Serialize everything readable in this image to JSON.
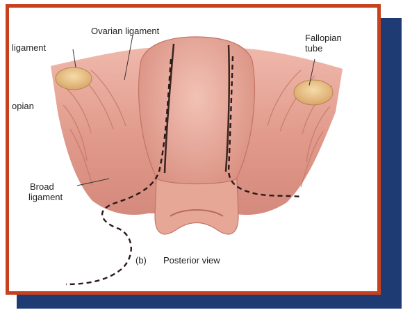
{
  "labels": {
    "ligament_left": "ligament",
    "ovarian_ligament": "Ovarian ligament",
    "fallopian_line1": "Fallopian",
    "fallopian_line2": "tube",
    "opian_left": "opian",
    "broad_line1": "Broad",
    "broad_line2": "ligament"
  },
  "caption": {
    "marker": "(b)",
    "text": "Posterior view"
  },
  "colors": {
    "frame_border": "#c8411e",
    "shadow_panel": "#1f3b73",
    "tissue": "#e4a294",
    "tissue_dark": "#c97d72",
    "ovary": "#e9c98f"
  }
}
